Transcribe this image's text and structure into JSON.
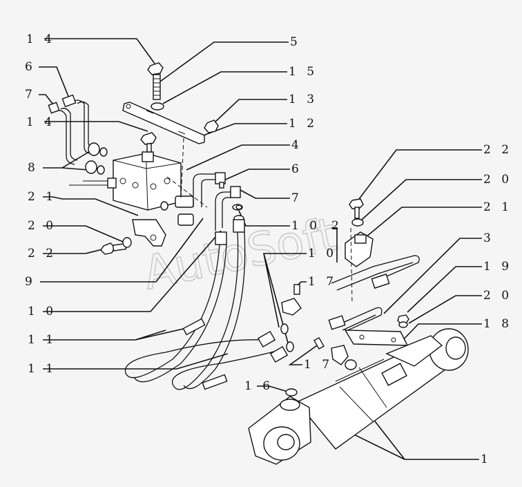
{
  "watermark": "AutoSoft",
  "callouts": [
    {
      "id": "c-14a",
      "text": "1 4"
    },
    {
      "id": "c-5",
      "text": "5"
    },
    {
      "id": "c-6a",
      "text": "6"
    },
    {
      "id": "c-15",
      "text": "1 5"
    },
    {
      "id": "c-7a",
      "text": "7"
    },
    {
      "id": "c-13",
      "text": "1 3"
    },
    {
      "id": "c-14b",
      "text": "1 4"
    },
    {
      "id": "c-12",
      "text": "1 2"
    },
    {
      "id": "c-4",
      "text": "4"
    },
    {
      "id": "c-8",
      "text": "8"
    },
    {
      "id": "c-6b",
      "text": "6"
    },
    {
      "id": "c-22a",
      "text": "2 2"
    },
    {
      "id": "c-21a",
      "text": "2 1"
    },
    {
      "id": "c-7b",
      "text": "7"
    },
    {
      "id": "c-20a",
      "text": "2 0"
    },
    {
      "id": "c-21b",
      "text": "2 1"
    },
    {
      "id": "c-20b",
      "text": "2 0"
    },
    {
      "id": "c-10a",
      "text": "1 0"
    },
    {
      "id": "c-2",
      "text": "2"
    },
    {
      "id": "c-22b",
      "text": "2 2"
    },
    {
      "id": "c-3",
      "text": "3"
    },
    {
      "id": "c-10b",
      "text": "1 0"
    },
    {
      "id": "c-9",
      "text": "9"
    },
    {
      "id": "c-19",
      "text": "1 9"
    },
    {
      "id": "c-17a",
      "text": "1 7"
    },
    {
      "id": "c-10c",
      "text": "1 0"
    },
    {
      "id": "c-20c",
      "text": "2 0"
    },
    {
      "id": "c-18",
      "text": "1 8"
    },
    {
      "id": "c-11a",
      "text": "1 1"
    },
    {
      "id": "c-17b",
      "text": "1 7"
    },
    {
      "id": "c-11b",
      "text": "1 1"
    },
    {
      "id": "c-16",
      "text": "1 6"
    },
    {
      "id": "c-1",
      "text": "1"
    }
  ]
}
